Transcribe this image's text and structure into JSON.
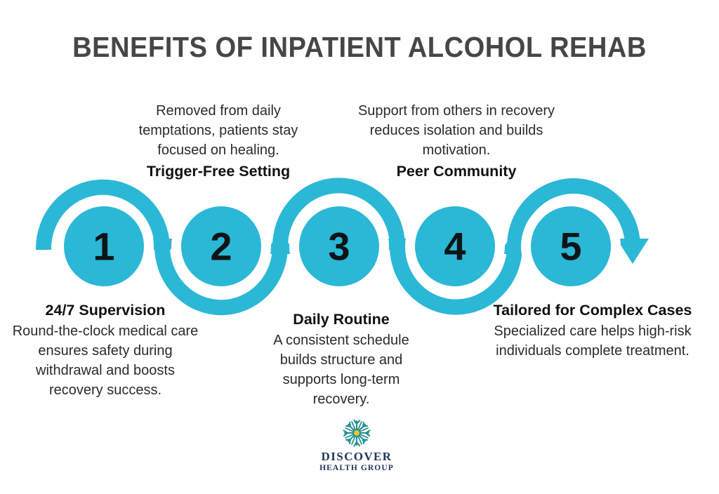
{
  "title": "BENEFITS OF INPATIENT ALCOHOL REHAB",
  "theme": {
    "accent": "#2ab8d6",
    "title_color": "#464646",
    "text_color": "#1b1b1b",
    "background": "#ffffff",
    "logo_navy": "#23365c",
    "logo_teal": "#1f8f93",
    "logo_yellow": "#f2c230"
  },
  "steps": [
    {
      "number": "1",
      "heading": "24/7 Supervision",
      "body": "Round-the-clock medical care ensures safety during withdrawal and boosts recovery success.",
      "position": "below"
    },
    {
      "number": "2",
      "heading": "Trigger-Free Setting",
      "body": "Removed from daily temptations, patients stay focused on healing.",
      "position": "above"
    },
    {
      "number": "3",
      "heading": "Daily Routine",
      "body": "A consistent schedule builds structure and supports long-term recovery.",
      "position": "below"
    },
    {
      "number": "4",
      "heading": "Peer Community",
      "body": "Support from others in recovery reduces isolation and builds motivation.",
      "position": "above"
    },
    {
      "number": "5",
      "heading": "Tailored for Complex Cases",
      "body": "Specialized care helps high-risk individuals complete treatment.",
      "position": "below"
    }
  ],
  "logo": {
    "mark": "neuron-starburst-icon",
    "primary": "DISCOVER",
    "secondary": "HEALTH GROUP"
  }
}
